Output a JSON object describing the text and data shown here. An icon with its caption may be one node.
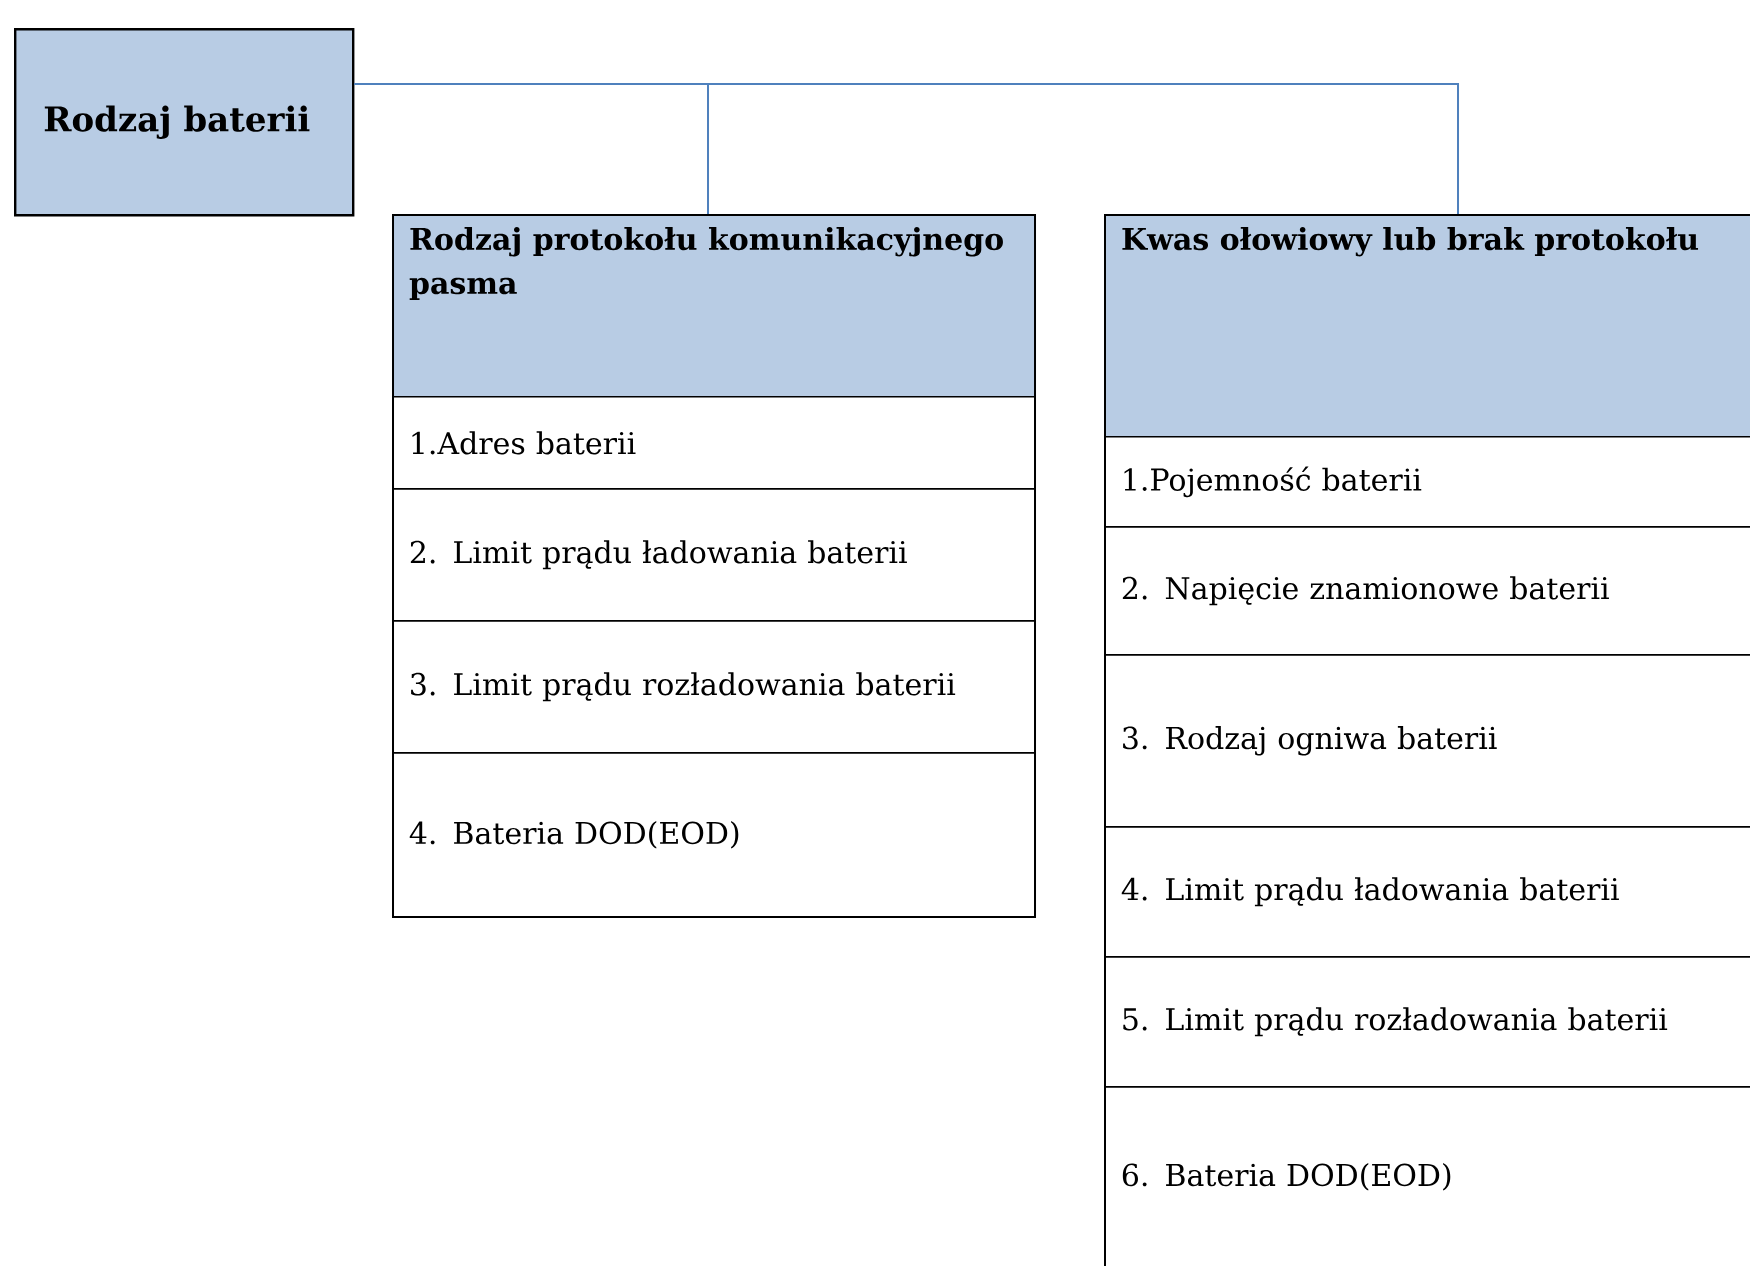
{
  "diagram": {
    "nodes": [
      {
        "text": [
          "Rodzaj baterii"
        ]
      },
      {
        "text": [
          "Rodzaj protokołu komunikacyjnego pasma"
        ]
      },
      {
        "text": [
          "1.Adres baterii"
        ],
        "in": 1
      },
      {
        "text": [
          "2. Limit prądu ładowania baterii"
        ],
        "in": 1
      },
      {
        "text": [
          "3. Limit prądu rozładowania baterii"
        ],
        "in": 1
      },
      {
        "text": [
          "4. Bateria DOD(EOD)"
        ],
        "in": 1
      },
      {
        "text": [
          "Kwas ołowiowy lub brak protokołu"
        ]
      },
      {
        "text": [
          "1.Pojemność baterii"
        ],
        "in": 6
      },
      {
        "text": [
          "2. Napięcie znamionowe baterii"
        ],
        "in": 6
      },
      {
        "text": [
          "3. Rodzaj ogniwa baterii"
        ],
        "in": 6
      },
      {
        "text": [
          "4. Limit prądu ładowania baterii"
        ],
        "in": 6
      },
      {
        "text": [
          "5. Limit prądu rozładowania baterii"
        ],
        "in": 6
      },
      {
        "text": [
          "6. Bateria DOD(EOD)"
        ],
        "in": 6
      }
    ],
    "edges": [
      {
        "from": 0,
        "to": 1,
        "arrow": "none"
      },
      {
        "from": 0,
        "to": 6,
        "arrow": "none"
      }
    ]
  }
}
